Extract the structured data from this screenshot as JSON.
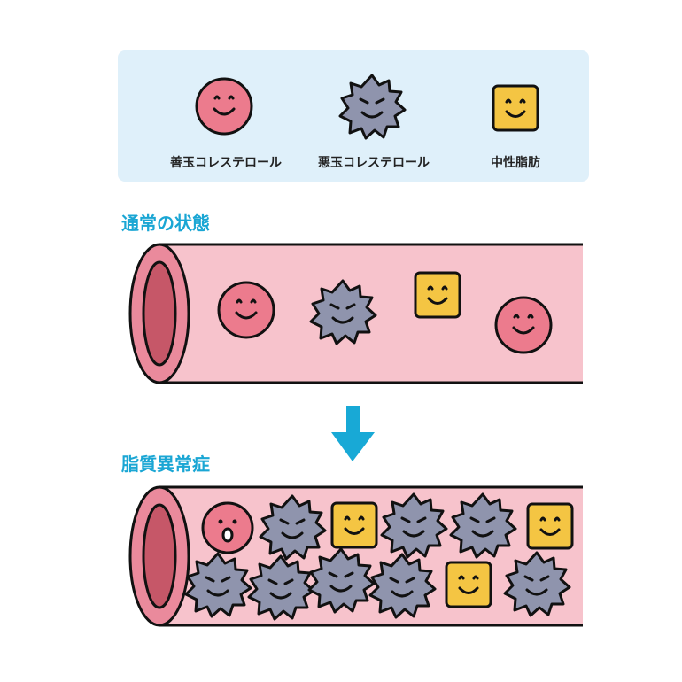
{
  "legend": {
    "items": [
      {
        "key": "good",
        "label": "善玉コレステロール"
      },
      {
        "key": "bad",
        "label": "悪玉コレステロール"
      },
      {
        "key": "fat",
        "label": "中性脂肪"
      }
    ]
  },
  "sections": {
    "normal": {
      "title": "通常の状態"
    },
    "disorder": {
      "title": "脂質異常症"
    }
  },
  "colors": {
    "title": "#1aa6d4",
    "legend_bg": "#dff0fa",
    "vessel_body": "#f7c3cc",
    "vessel_rim": "#ea8a9c",
    "vessel_inner": "#c65768",
    "good": "#ec7b8d",
    "bad": "#8f94ad",
    "fat": "#f4c543",
    "arrow": "#18a9d6",
    "outline": "#111111"
  }
}
